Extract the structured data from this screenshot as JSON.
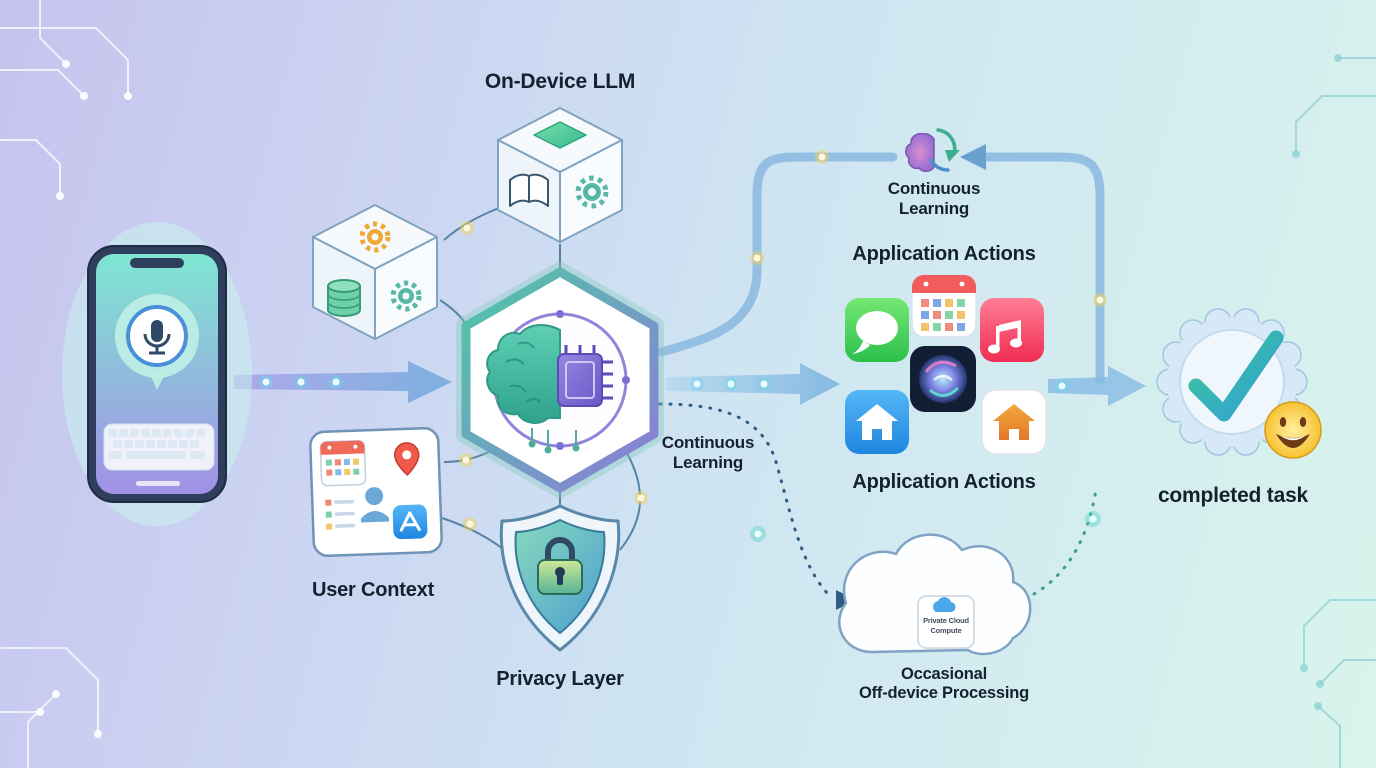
{
  "labels": {
    "on_device_llm": "On-Device LLM",
    "continuous_learning_top": "Continuous Learning",
    "continuous_learning_mid": "Continuous Learning",
    "application_actions_top": "Application Actions",
    "application_actions_bottom": "Application Actions",
    "user_context": "User Context",
    "privacy_layer": "Privacy Layer",
    "completed_task": "completed task",
    "offdevice_line1": "Occasional",
    "offdevice_line2": "Off-device Processing",
    "private_cloud_box": "Private Cloud Compute"
  },
  "icons": {
    "phone": "smartphone-voice-assistant",
    "microphone": "microphone-in-speech-bubble",
    "keyboard": "on-screen-keyboard",
    "knowledge_cube": "book-and-gear-cube",
    "data_cube": "database-and-gear-cube",
    "llm_core": "brain-and-chip-hexagon",
    "user_context_panel": "calendar-person-location-apps-panel",
    "privacy_shield": "shield-with-lock",
    "continuous_learning_icon": "brain-with-refresh-arrows",
    "app_icons": [
      "messages",
      "calendar",
      "music",
      "siri",
      "home",
      "smart-home"
    ],
    "cloud": "private-cloud-compute-cloud",
    "completed_badge": "check-badge-with-smiley"
  },
  "colors": {
    "background_left": "#c6c3ee",
    "background_right": "#d9f4ec",
    "arrow_blue": "#7fb4e0",
    "accent_teal": "#3fc79a",
    "accent_purple": "#8d7cda",
    "text": "#14222f",
    "dotted_navy": "#2e5e86",
    "dotted_teal": "#3e9a96"
  }
}
